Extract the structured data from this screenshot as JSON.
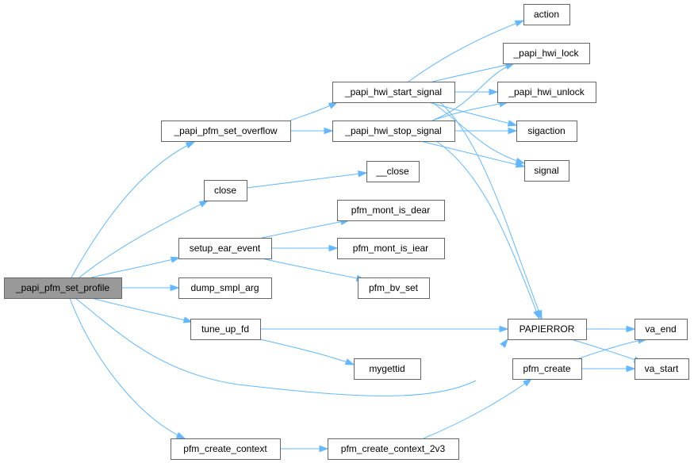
{
  "diagram": {
    "type": "call-graph",
    "edge_color": "#63b8ff",
    "node_border_color": "#666666",
    "root_fill_color": "#999999",
    "nodes": [
      {
        "id": "root",
        "label": "_papi_pfm_set_profile",
        "root": true
      },
      {
        "id": "set_overflow",
        "label": "_papi_pfm_set_overflow"
      },
      {
        "id": "close",
        "label": "close"
      },
      {
        "id": "setup_ear",
        "label": "setup_ear_event"
      },
      {
        "id": "dump_smpl",
        "label": "dump_smpl_arg"
      },
      {
        "id": "tune_up",
        "label": "tune_up_fd"
      },
      {
        "id": "create_ctx",
        "label": "pfm_create_context"
      },
      {
        "id": "start_signal",
        "label": "_papi_hwi_start_signal"
      },
      {
        "id": "stop_signal",
        "label": "_papi_hwi_stop_signal"
      },
      {
        "id": "__close",
        "label": "__close"
      },
      {
        "id": "is_dear",
        "label": "pfm_mont_is_dear"
      },
      {
        "id": "is_iear",
        "label": "pfm_mont_is_iear"
      },
      {
        "id": "bv_set",
        "label": "pfm_bv_set"
      },
      {
        "id": "mygettid",
        "label": "mygettid"
      },
      {
        "id": "ctx_2v3",
        "label": "pfm_create_context_2v3"
      },
      {
        "id": "action",
        "label": "action"
      },
      {
        "id": "hwi_lock",
        "label": "_papi_hwi_lock"
      },
      {
        "id": "hwi_unlock",
        "label": "_papi_hwi_unlock"
      },
      {
        "id": "sigaction",
        "label": "sigaction"
      },
      {
        "id": "signal",
        "label": "signal"
      },
      {
        "id": "papierror",
        "label": "PAPIERROR"
      },
      {
        "id": "pfm_create",
        "label": "pfm_create"
      },
      {
        "id": "va_end",
        "label": "va_end"
      },
      {
        "id": "va_start",
        "label": "va_start"
      }
    ],
    "edges": [
      {
        "from": "root",
        "to": "set_overflow"
      },
      {
        "from": "root",
        "to": "close"
      },
      {
        "from": "root",
        "to": "setup_ear"
      },
      {
        "from": "root",
        "to": "dump_smpl"
      },
      {
        "from": "root",
        "to": "tune_up"
      },
      {
        "from": "root",
        "to": "papierror"
      },
      {
        "from": "root",
        "to": "create_ctx"
      },
      {
        "from": "set_overflow",
        "to": "start_signal"
      },
      {
        "from": "set_overflow",
        "to": "stop_signal"
      },
      {
        "from": "start_signal",
        "to": "action"
      },
      {
        "from": "start_signal",
        "to": "hwi_lock"
      },
      {
        "from": "start_signal",
        "to": "hwi_unlock"
      },
      {
        "from": "start_signal",
        "to": "sigaction"
      },
      {
        "from": "start_signal",
        "to": "signal"
      },
      {
        "from": "start_signal",
        "to": "papierror"
      },
      {
        "from": "stop_signal",
        "to": "hwi_lock"
      },
      {
        "from": "stop_signal",
        "to": "hwi_unlock"
      },
      {
        "from": "stop_signal",
        "to": "sigaction"
      },
      {
        "from": "stop_signal",
        "to": "signal"
      },
      {
        "from": "stop_signal",
        "to": "papierror"
      },
      {
        "from": "close",
        "to": "__close"
      },
      {
        "from": "setup_ear",
        "to": "is_dear"
      },
      {
        "from": "setup_ear",
        "to": "is_iear"
      },
      {
        "from": "setup_ear",
        "to": "bv_set"
      },
      {
        "from": "tune_up",
        "to": "papierror"
      },
      {
        "from": "tune_up",
        "to": "mygettid"
      },
      {
        "from": "create_ctx",
        "to": "ctx_2v3"
      },
      {
        "from": "ctx_2v3",
        "to": "pfm_create"
      },
      {
        "from": "papierror",
        "to": "va_end"
      },
      {
        "from": "papierror",
        "to": "va_start"
      },
      {
        "from": "pfm_create",
        "to": "va_end"
      },
      {
        "from": "pfm_create",
        "to": "va_start"
      }
    ]
  }
}
